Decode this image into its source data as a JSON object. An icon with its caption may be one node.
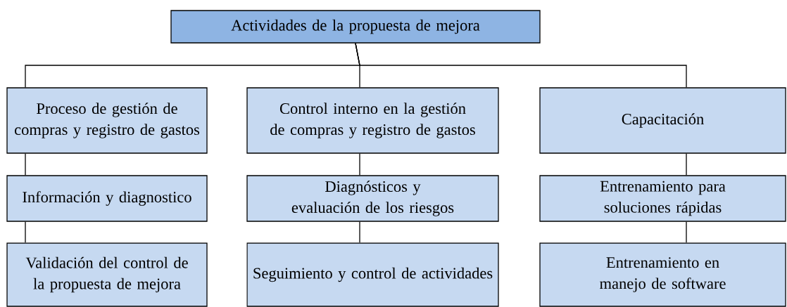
{
  "diagram": {
    "nodes": [
      {
        "text": [
          "Actividades de la propuesta de mejora"
        ]
      },
      {
        "text": [
          "Proceso de gestión de compras y registro de gastos"
        ]
      },
      {
        "text": [
          "Control interno en la gestión de compras y registro de gastos"
        ]
      },
      {
        "text": [
          "Capacitación"
        ]
      },
      {
        "text": [
          "Información y diagnostico"
        ]
      },
      {
        "text": [
          "Diagnósticos y evaluación de los riesgos"
        ]
      },
      {
        "text": [
          "Entrenamiento para soluciones rápidas"
        ]
      },
      {
        "text": [
          "Validación del control de la propuesta de mejora"
        ]
      },
      {
        "text": [
          "Seguimiento y control de actividades"
        ]
      },
      {
        "text": [
          "Entrenamiento en manejo de software"
        ]
      }
    ],
    "edges": [
      {
        "from": 0,
        "to": 1,
        "arrow": "none"
      },
      {
        "from": 0,
        "to": 2,
        "arrow": "none"
      },
      {
        "from": 0,
        "to": 3,
        "arrow": "none"
      },
      {
        "from": 1,
        "to": 4,
        "arrow": "none"
      },
      {
        "from": 4,
        "to": 7,
        "arrow": "none"
      },
      {
        "from": 2,
        "to": 5,
        "arrow": "none"
      },
      {
        "from": 5,
        "to": 8,
        "arrow": "none"
      },
      {
        "from": 3,
        "to": 6,
        "arrow": "none"
      },
      {
        "from": 6,
        "to": 9,
        "arrow": "none"
      }
    ]
  }
}
